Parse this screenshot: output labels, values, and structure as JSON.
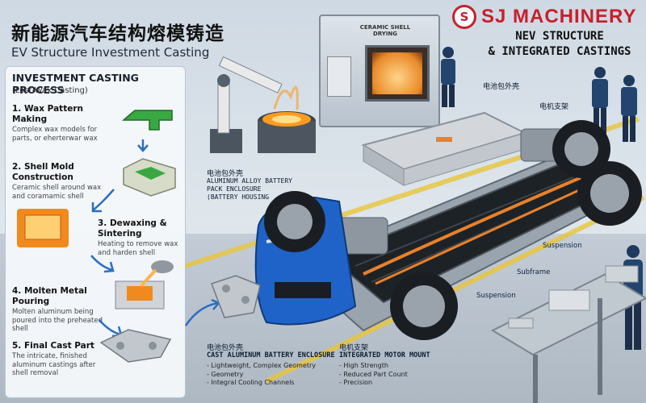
{
  "header": {
    "title_zh": "新能源汽车结构熔模铸造",
    "title_en": "EV Structure Investment Casting"
  },
  "brand": {
    "logo_letter": "S",
    "name": "SJ MACHINERY",
    "subtitle_line1": "NEV STRUCTURE",
    "subtitle_line2": "& INTEGRATED CASTINGS"
  },
  "process": {
    "title": "INVESTMENT CASTING PROCESS",
    "subtitle": "(Lost-Wax Casting)",
    "steps": [
      {
        "title": "1. Wax Pattern Making",
        "desc": "Complex wax models for parts, or eherterwar wax"
      },
      {
        "title": "2. Shell Mold Construction",
        "desc": "Ceramic shell around wax and coramamic shell"
      },
      {
        "title": "3. Dewaxing & Sintering",
        "desc": "Heating to remove wax and harden shell"
      },
      {
        "title": "4. Molten Metal Pouring",
        "desc": "Molten aluminum being poured into the preheated shell"
      },
      {
        "title": "5. Final Cast Part",
        "desc": "The intricate, finished aluminum castings after shell removal"
      }
    ]
  },
  "scene": {
    "oven_sign": "CERAMIC SHELL DRYING"
  },
  "labels": {
    "battery_top_zh": "电池包外壳",
    "motor_top_zh": "电机支架",
    "battery_left_zh": "电池包外壳",
    "battery_left_en": "ALUMINUM ALLOY BATTERY PACK ENCLOSURE (BATTERY HOUSING",
    "suspension_right": "Suspension",
    "subframe": "Subframe",
    "suspension_lower": "Suspension"
  },
  "features": {
    "battery": {
      "zh": "电池包外壳",
      "title": "CAST ALUMINUM BATTERY ENCLOSURE",
      "items": [
        "- Lightweight, Complex Geometry",
        "- Geometry",
        "- Integral Cooling Channels"
      ]
    },
    "motor": {
      "zh": "电机支架",
      "title": "INTEGRATED MOTOR MOUNT",
      "items": [
        "- High Strength",
        "- Reduced Part Count",
        "- Precision"
      ]
    }
  },
  "colors": {
    "brand_red": "#c8202c",
    "car_blue": "#1f63c8",
    "wax_green": "#39a842",
    "molten_orange": "#f08a1e",
    "floor_yellow": "#e8c43a"
  }
}
